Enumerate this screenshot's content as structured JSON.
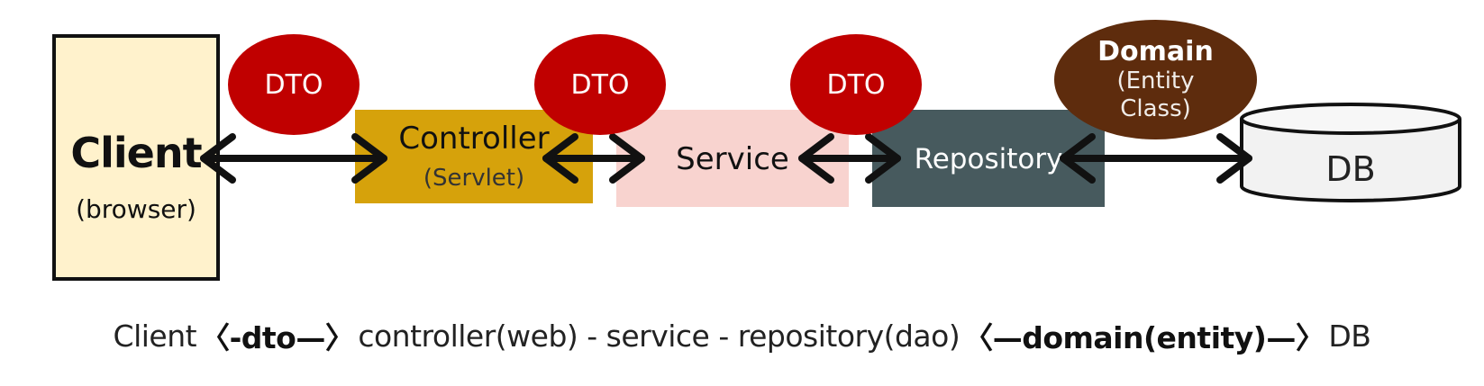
{
  "client": {
    "title": "Client",
    "subtitle": "(browser)"
  },
  "controller": {
    "title": "Controller",
    "subtitle": "(Servlet)"
  },
  "service": {
    "label": "Service"
  },
  "repository": {
    "label": "Repository"
  },
  "dto": {
    "label": "DTO"
  },
  "domain": {
    "title": "Domain",
    "subtitle_line1": "(Entity",
    "subtitle_line2": "Class)"
  },
  "db": {
    "label": "DB"
  },
  "caption": {
    "part1": "Client",
    "part2": "〈-dto—〉",
    "part3": "controller(web) - service - repository(dao)",
    "part4": "〈—domain(entity)—〉",
    "part5": "DB"
  },
  "colors": {
    "client_fill": "#fff2cc",
    "controller_fill": "#d6a20b",
    "service_fill": "#f8d3cf",
    "repository_fill": "#475a5e",
    "dto_fill": "#c00000",
    "domain_fill": "#5e2c0d",
    "db_fill": "#f2f2f2"
  }
}
